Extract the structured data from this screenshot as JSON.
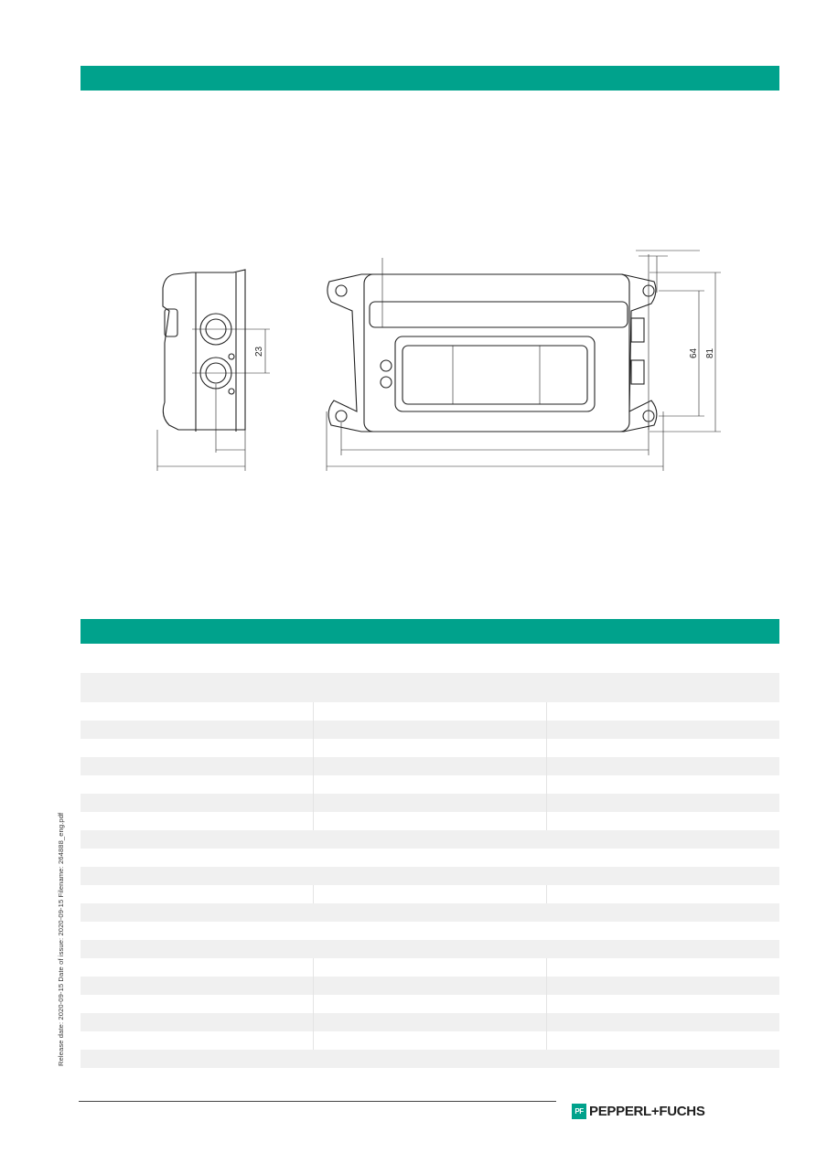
{
  "drawing": {
    "dim_connector_spacing": "23",
    "dim_hole_spacing": "64",
    "dim_overall_height": "81"
  },
  "footer": {
    "side_note": "Release date: 2020-09-15 Date of issue: 2020-09-15 Filename: 264888_eng.pdf",
    "brand_mark": "PF",
    "brand_name": "PEPPERL+FUCHS"
  },
  "colors": {
    "band": "#00a28c",
    "row_shade": "#f0f0f0"
  }
}
